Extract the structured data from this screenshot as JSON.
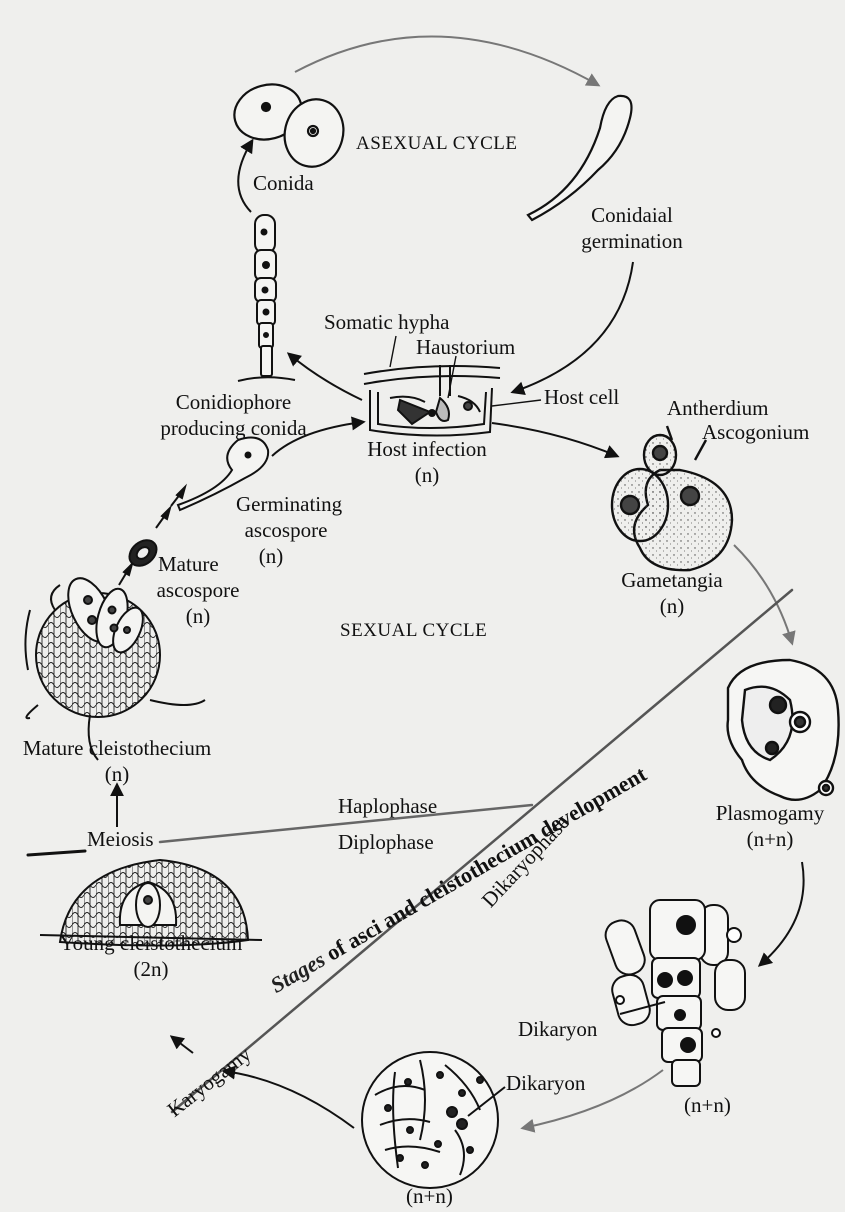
{
  "cycles": {
    "asexual": "ASEXUAL CYCLE",
    "sexual": "SEXUAL CYCLE"
  },
  "stages": {
    "conida": "Conida",
    "conidial_germination": [
      "Conidaial",
      "germination"
    ],
    "conidiophore": [
      "Conidiophore",
      "producing conida"
    ],
    "host_infection": {
      "somatic_hypha": "Somatic hypha",
      "haustorium": "Haustorium",
      "host_cell": "Host cell",
      "title": "Host infection",
      "ploidy": "(n)"
    },
    "germinating_ascospore": {
      "lines": [
        "Germinating",
        "ascospore"
      ],
      "ploidy": "(n)"
    },
    "mature_ascospore": {
      "lines": [
        "Mature",
        "ascospore"
      ],
      "ploidy": "(n)"
    },
    "gametangia": {
      "antheridium": "Antherdium",
      "ascogonium": "Ascogonium",
      "title": "Gametangia",
      "ploidy": "(n)"
    },
    "mature_cleistothecium": {
      "title": "Mature cleistothecium",
      "ploidy": "(n)"
    },
    "meiosis": "Meiosis",
    "young_cleistothecium": {
      "title": "Young cleistothecium",
      "ploidy": "(2n)"
    },
    "plasmogamy": {
      "title": "Plasmogamy",
      "ploidy": "(n+n)"
    },
    "dikaryon_right": {
      "label": "Dikaryon",
      "ploidy": "(n+n)"
    },
    "dikaryon_bottom": {
      "label": "Dikaryon",
      "ploidy": "(n+n)"
    }
  },
  "phases": {
    "haplophase": "Haplophase",
    "diplophase": "Diplophase",
    "dikaryophase": "Dikaryophase",
    "karyogamy": "Karyogamy"
  },
  "banner": {
    "prefix": "Stages",
    "rest": " of asci and cleistothecium development"
  }
}
